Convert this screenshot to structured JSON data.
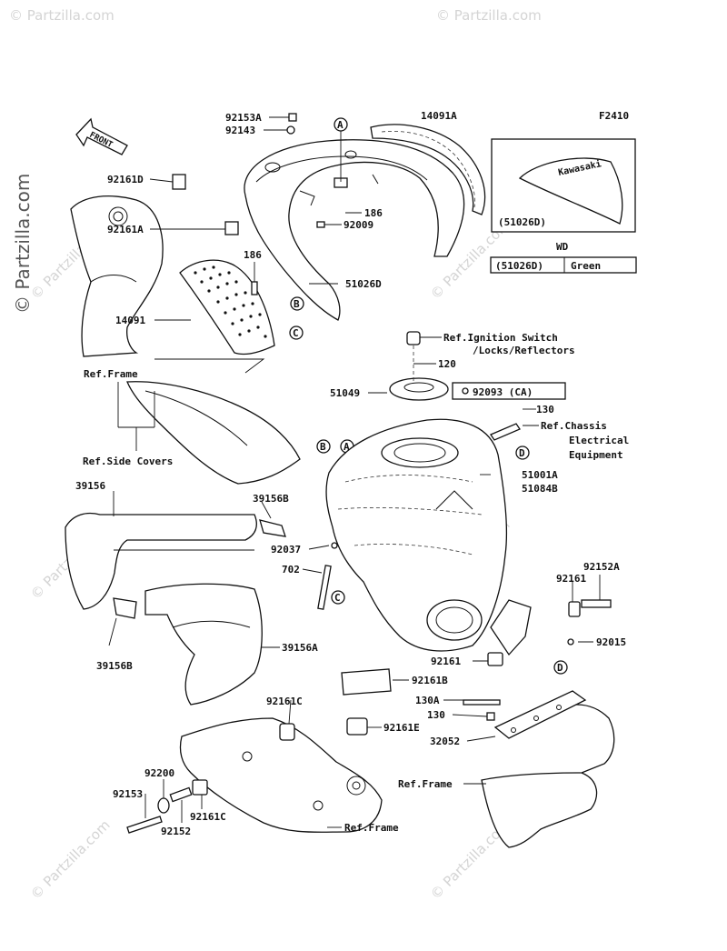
{
  "diagram_code": "F2410",
  "watermark": {
    "vertical": "© Partzilla.com",
    "tile": "© Partzilla.com"
  },
  "front_label": "FRONT",
  "labels": {
    "p92153A": "92153A",
    "p92143": "92143",
    "p14091A": "14091A",
    "p92161D": "92161D",
    "p186a": "186",
    "p92161A": "92161A",
    "p92009": "92009",
    "p186b": "186",
    "p51026D": "51026D",
    "p14091": "14091",
    "refFrame1": "Ref.Frame",
    "refIgn1": "Ref.Ignition Switch",
    "refIgn2": "/Locks/Reflectors",
    "p120": "120",
    "p51049": "51049",
    "p92093": "92093  (CA)",
    "p130a": "130",
    "refChassis1": "Ref.Chassis",
    "refChassis2": "Electrical",
    "refChassis3": "Equipment",
    "refSide": "Ref.Side Covers",
    "p51001A": "51001A",
    "p51084B": "51084B",
    "p39156": "39156",
    "p39156B_top": "39156B",
    "p92037": "92037",
    "p702": "702",
    "p92152A": "92152A",
    "p92161a": "92161",
    "p92015": "92015",
    "p92161b": "92161",
    "p39156A": "39156A",
    "p39156B_bot": "39156B",
    "p92161B": "92161B",
    "p92161C_a": "92161C",
    "p130A": "130A",
    "p130b": "130",
    "p92161E": "92161E",
    "p32052": "32052",
    "p92200": "92200",
    "p92153": "92153",
    "p92152": "92152",
    "p92161C_b": "92161C",
    "refFrame2": "Ref.Frame",
    "refFrame3": "Ref.Frame"
  },
  "callouts": [
    "A",
    "A",
    "B",
    "B",
    "C",
    "C",
    "D",
    "D"
  ],
  "inset": {
    "part": "(51026D)",
    "brand": "Kawasaki"
  },
  "table": {
    "header": "WD",
    "code": "(51026D)",
    "color": "Green"
  }
}
